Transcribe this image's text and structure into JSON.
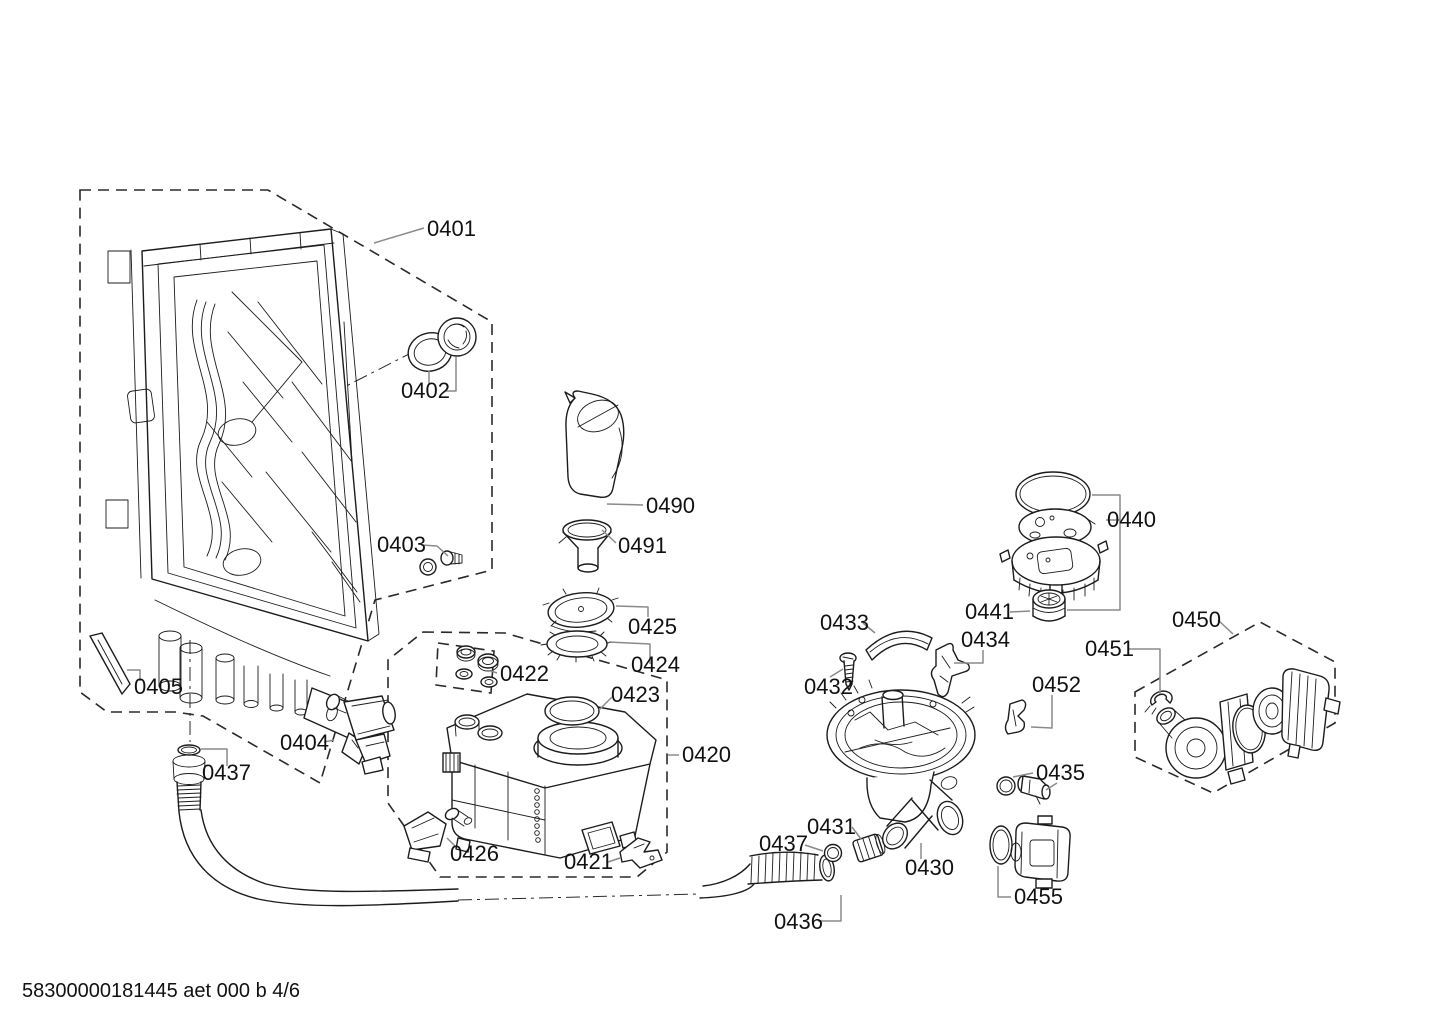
{
  "document": {
    "footer_code": "58300000181445 aet 000 b 4/6"
  },
  "colors": {
    "line": "#1c1c1c",
    "leader": "#8a8a8a",
    "background": "#ffffff"
  },
  "labels": {
    "0401": "0401",
    "0402": "0402",
    "0403": "0403",
    "0404": "0404",
    "0405": "0405",
    "0420": "0420",
    "0421": "0421",
    "0422": "0422",
    "0423": "0423",
    "0424": "0424",
    "0425": "0425",
    "0426": "0426",
    "0430": "0430",
    "0431": "0431",
    "0432": "0432",
    "0433": "0433",
    "0434": "0434",
    "0435": "0435",
    "0436": "0436",
    "0437a": "0437",
    "0437b": "0437",
    "0440": "0440",
    "0441": "0441",
    "0450": "0450",
    "0451": "0451",
    "0452": "0452",
    "0455": "0455",
    "0490": "0490",
    "0491": "0491"
  }
}
